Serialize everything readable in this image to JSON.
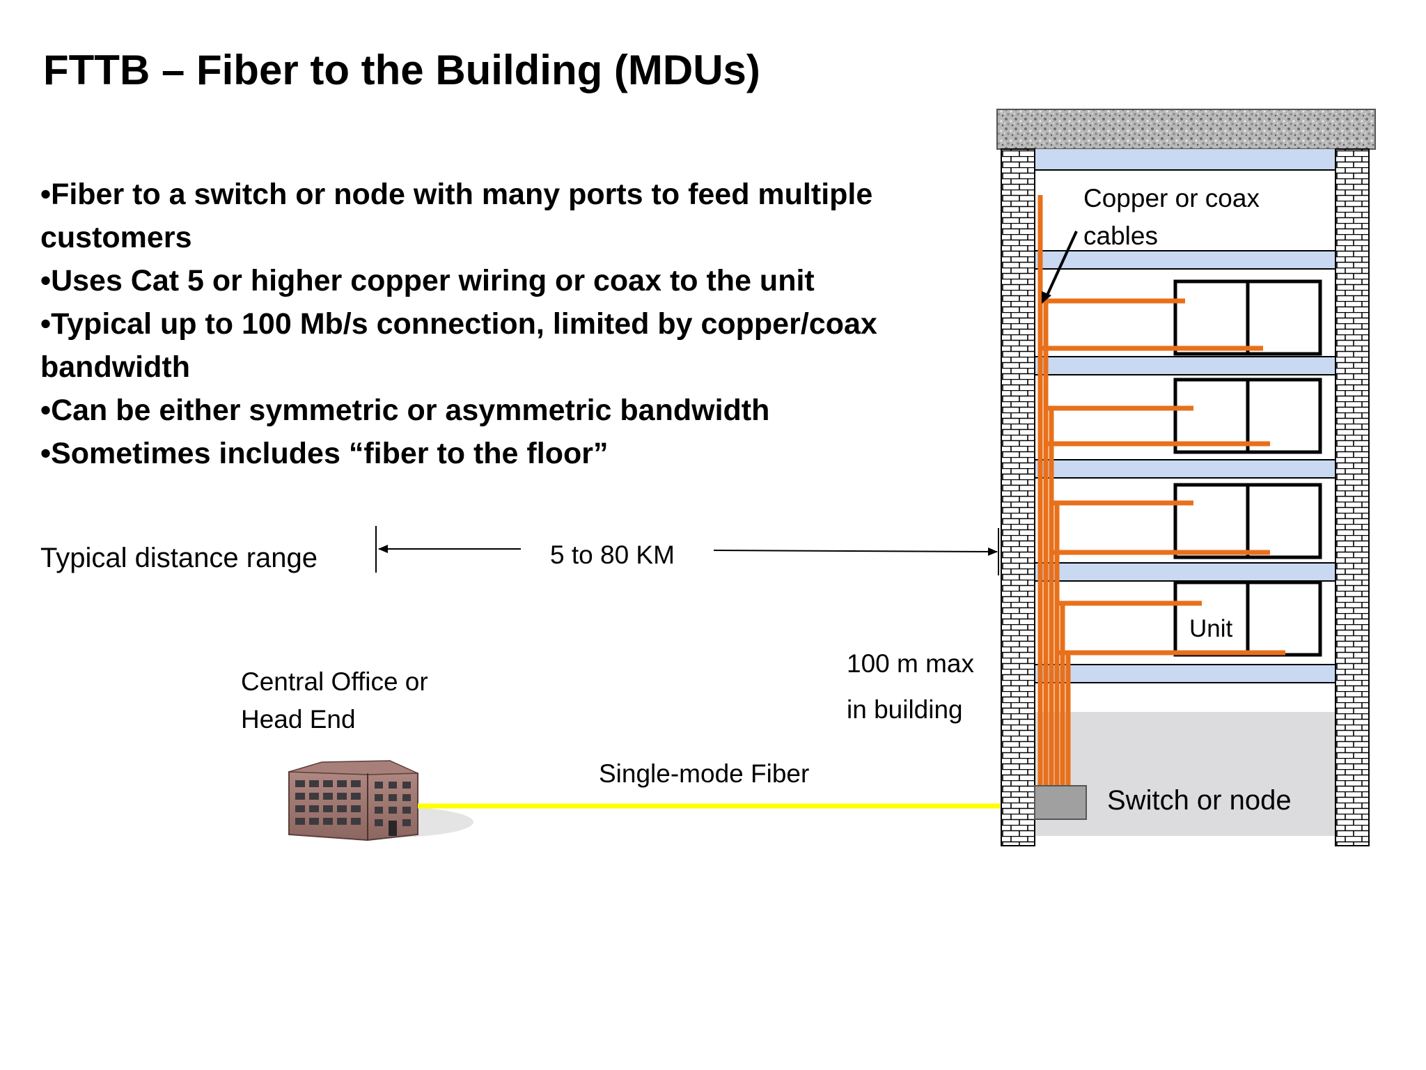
{
  "slide": {
    "title": "FTTB – Fiber to the Building (MDUs)",
    "bullets": [
      {
        "marker": "•",
        "line1": "Fiber to a switch or node with many ports to feed multiple",
        "line2": "customers"
      },
      {
        "marker": "•",
        "line1": "Uses Cat 5 or higher copper wiring or coax to the unit",
        "line2": ""
      },
      {
        "marker": "•",
        "line1": "Typical up to 100 Mb/s connection, limited by copper/coax",
        "line2": "bandwidth"
      },
      {
        "marker": "•",
        "line1": "Can be either symmetric or asymmetric bandwidth",
        "line2": ""
      },
      {
        "marker": "•",
        "line1": "Sometimes includes “fiber to the floor”",
        "line2": ""
      }
    ]
  },
  "diagram": {
    "distance_label": "Typical distance range",
    "distance_value": "5 to 80 KM",
    "central_office_line1": "Central Office or",
    "central_office_line2": "Head End",
    "fiber_label": "Single-mode Fiber",
    "building_max_line1": "100 m max",
    "building_max_line2": "in building",
    "cables_line1": "Copper or coax",
    "cables_line2": "cables",
    "unit_label": "Unit",
    "switch_label": "Switch or node",
    "colors": {
      "fiber": "#ffff00",
      "copper": "#e8701a",
      "floor_slab": "#c9d9f2",
      "ground_floor": "#dcdcde",
      "switch_box": "#a0a0a0"
    },
    "icons": [
      "central-office-building-icon",
      "apartment-building-icon"
    ]
  }
}
